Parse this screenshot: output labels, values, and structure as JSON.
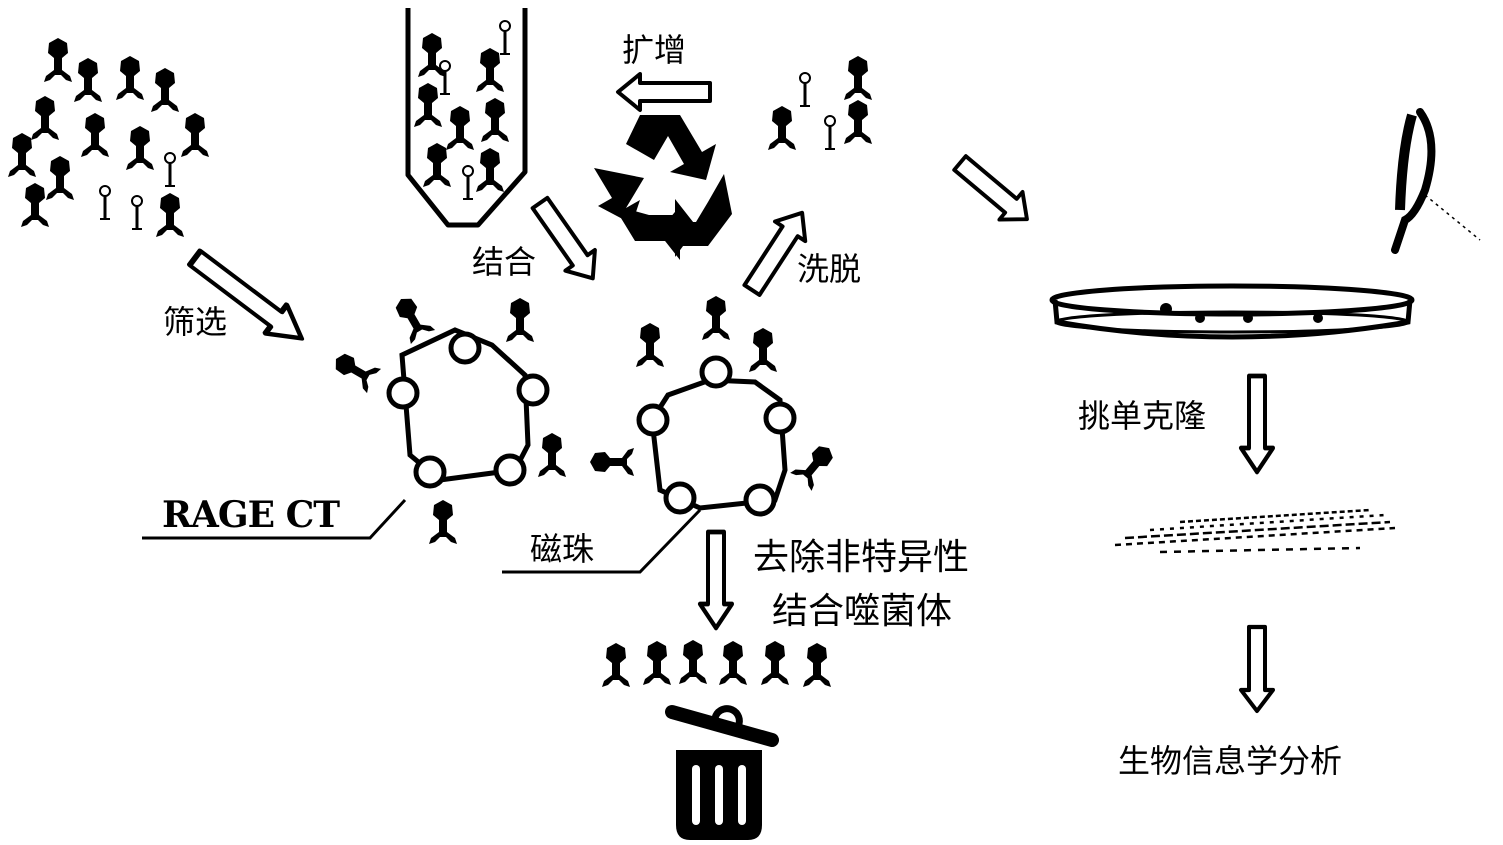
{
  "diagram": {
    "title": "Phage display screening workflow",
    "steps": {
      "screening": "筛选",
      "binding": "结合",
      "amplification": "扩增",
      "elution": "洗脱",
      "pick_clones": "挑单克隆",
      "bioinformatics": "生物信息学分析"
    },
    "labels": {
      "target": "RAGE CT",
      "beads": "磁珠",
      "remove_line1": "去除非特异性",
      "remove_line2": "结合噬菌体"
    },
    "colors": {
      "ink": "#000000",
      "background": "#ffffff"
    }
  }
}
